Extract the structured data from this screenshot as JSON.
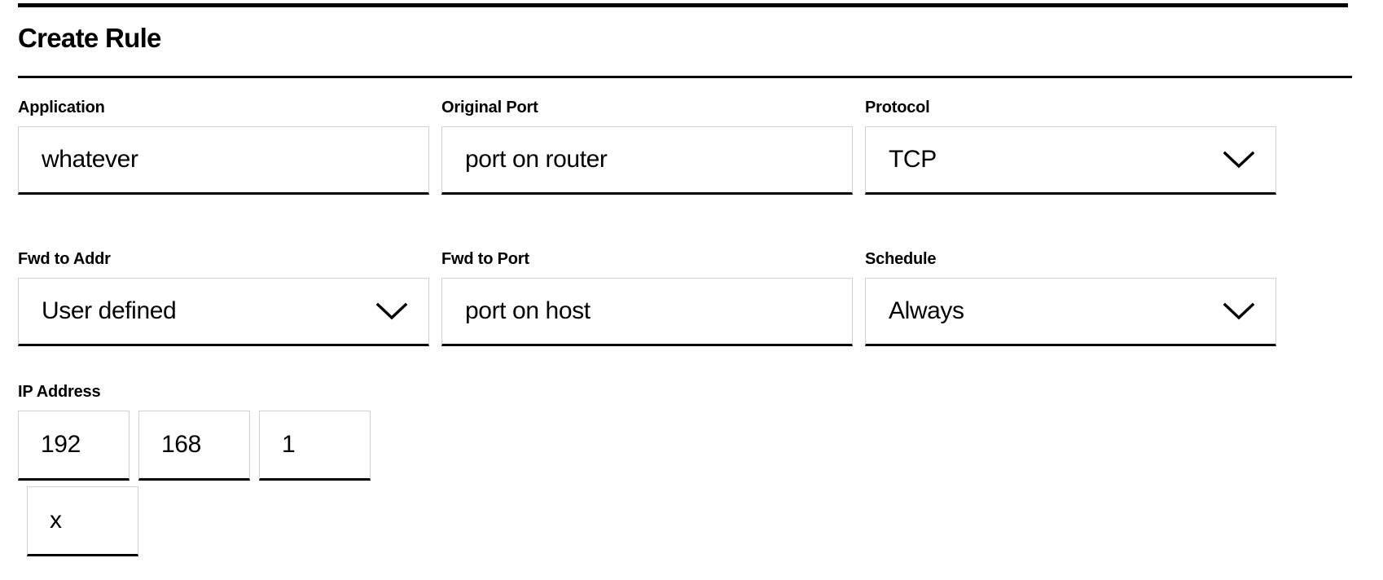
{
  "panel": {
    "title": "Create Rule"
  },
  "form": {
    "fields": [
      {
        "label": "Application",
        "value": "whatever",
        "type": "text",
        "name": "application"
      },
      {
        "label": "Original Port",
        "value": "port on router",
        "type": "text",
        "name": "original-port"
      },
      {
        "label": "Protocol",
        "value": "TCP",
        "type": "select",
        "name": "protocol"
      },
      {
        "label": "Fwd to Addr",
        "value": "User defined",
        "type": "select",
        "name": "fwd-to-addr"
      },
      {
        "label": "Fwd to Port",
        "value": "port on host",
        "type": "text",
        "name": "fwd-to-port"
      },
      {
        "label": "Schedule",
        "value": "Always",
        "type": "select",
        "name": "schedule"
      }
    ]
  },
  "ip_address": {
    "label": "IP Address",
    "octets": [
      "192",
      "168",
      "1",
      "x"
    ]
  },
  "icons": {
    "chevron_down": "chevron-down-icon"
  },
  "colors": {
    "text": "#000000",
    "border_light": "#d2d2d2",
    "border_active": "#000000",
    "background": "#ffffff"
  }
}
